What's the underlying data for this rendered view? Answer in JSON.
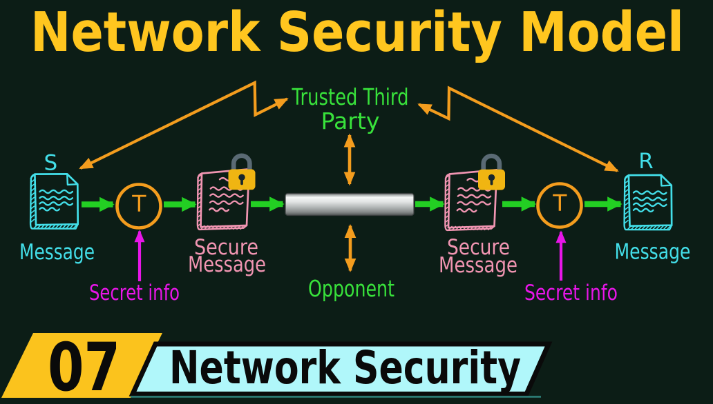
{
  "title": "Network Security Model",
  "diagram": {
    "sender": {
      "letter": "S",
      "label": "Message"
    },
    "receiver": {
      "letter": "R",
      "label": "Message"
    },
    "transformer_left": {
      "letter": "T"
    },
    "transformer_right": {
      "letter": "T"
    },
    "secure_message_left": {
      "line1": "Secure",
      "line2": "Message"
    },
    "secure_message_right": {
      "line1": "Secure",
      "line2": "Message"
    },
    "trusted_third_party": {
      "line1": "Trusted Third",
      "line2": "Party"
    },
    "opponent": {
      "label": "Opponent"
    },
    "secret_info_left": {
      "label": "Secret info"
    },
    "secret_info_right": {
      "label": "Secret info"
    }
  },
  "banner": {
    "episode_number": "07",
    "label": "Network Security"
  },
  "icons": {
    "message_document": "document-icon",
    "padlock": "padlock-icon",
    "transform_node": "circle-t-icon",
    "information_channel": "pipe-icon",
    "flow_arrow": "green-arrow-icon",
    "ttp_link_arrow": "orange-zigzag-arrow-icon",
    "secret_key_arrow": "magenta-arrow-icon"
  },
  "colors": {
    "background": "#0c1d16",
    "title-yellow": "#ffc61f",
    "accent-orange": "#f49d1e",
    "arrow-green": "#23cf23",
    "text-green": "#38e23b",
    "doc-cyan": "#43dfe9",
    "magenta": "#e816e8",
    "doc-pink": "#f195b2",
    "lock-gold": "#f0b512",
    "lock-shackle": "#5a6a74",
    "keyhole-dark": "#18262c",
    "banner-yellow": "#fbc31d",
    "banner-cyan": "#b0f7fa",
    "banner-teal-line": "#2e837d",
    "banner-black": "#0a0a0a",
    "channel-light": "#f2f4f4",
    "channel-dark": "#4e5252"
  }
}
